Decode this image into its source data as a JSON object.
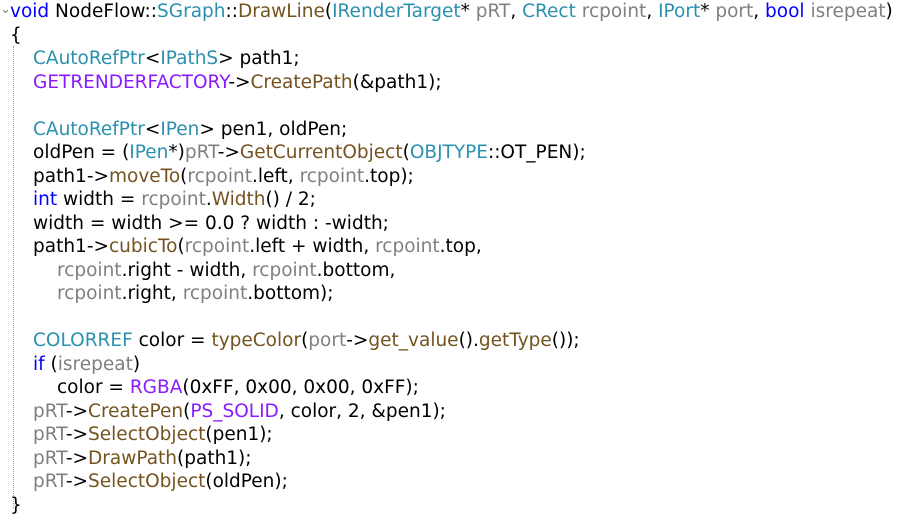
{
  "colors": {
    "keyword": "#0000ff",
    "type": "#2b91af",
    "function": "#74531f",
    "parameter": "#808080",
    "macro": "#8a1bff",
    "plain": "#000000",
    "background": "#ffffff"
  },
  "icons": {
    "fold": "fold-toggle-icon"
  },
  "lines": [
    [
      {
        "t": "void",
        "c": "keyword"
      },
      {
        "t": " NodeFlow",
        "c": "plain"
      },
      {
        "t": "::",
        "c": "plain"
      },
      {
        "t": "SGraph",
        "c": "type"
      },
      {
        "t": "::",
        "c": "plain"
      },
      {
        "t": "DrawLine",
        "c": "function"
      },
      {
        "t": "(",
        "c": "plain"
      },
      {
        "t": "IRenderTarget",
        "c": "type"
      },
      {
        "t": "* ",
        "c": "plain"
      },
      {
        "t": "pRT",
        "c": "parameter"
      },
      {
        "t": ", ",
        "c": "plain"
      },
      {
        "t": "CRect",
        "c": "type"
      },
      {
        "t": " ",
        "c": "plain"
      },
      {
        "t": "rcpoint",
        "c": "parameter"
      },
      {
        "t": ", ",
        "c": "plain"
      },
      {
        "t": "IPort",
        "c": "type"
      },
      {
        "t": "* ",
        "c": "plain"
      },
      {
        "t": "port",
        "c": "parameter"
      },
      {
        "t": ", ",
        "c": "plain"
      },
      {
        "t": "bool",
        "c": "keyword"
      },
      {
        "t": " ",
        "c": "plain"
      },
      {
        "t": "isrepeat",
        "c": "parameter"
      },
      {
        "t": ")",
        "c": "plain"
      }
    ],
    [
      {
        "t": "{",
        "c": "plain"
      }
    ],
    [
      {
        "t": "CAutoRefPtr",
        "c": "type"
      },
      {
        "t": "<",
        "c": "plain"
      },
      {
        "t": "IPathS",
        "c": "type"
      },
      {
        "t": "> path1;",
        "c": "plain"
      }
    ],
    [
      {
        "t": "GETRENDERFACTORY",
        "c": "macro"
      },
      {
        "t": "->",
        "c": "plain"
      },
      {
        "t": "CreatePath",
        "c": "function"
      },
      {
        "t": "(&path1);",
        "c": "plain"
      }
    ],
    [],
    [
      {
        "t": "CAutoRefPtr",
        "c": "type"
      },
      {
        "t": "<",
        "c": "plain"
      },
      {
        "t": "IPen",
        "c": "type"
      },
      {
        "t": "> pen1, oldPen;",
        "c": "plain"
      }
    ],
    [
      {
        "t": "oldPen = (",
        "c": "plain"
      },
      {
        "t": "IPen",
        "c": "type"
      },
      {
        "t": "*)",
        "c": "plain"
      },
      {
        "t": "pRT",
        "c": "parameter"
      },
      {
        "t": "->",
        "c": "plain"
      },
      {
        "t": "GetCurrentObject",
        "c": "function"
      },
      {
        "t": "(",
        "c": "plain"
      },
      {
        "t": "OBJTYPE",
        "c": "type"
      },
      {
        "t": "::OT_PEN);",
        "c": "plain"
      }
    ],
    [
      {
        "t": "path1->",
        "c": "plain"
      },
      {
        "t": "moveTo",
        "c": "function"
      },
      {
        "t": "(",
        "c": "plain"
      },
      {
        "t": "rcpoint",
        "c": "parameter"
      },
      {
        "t": ".left, ",
        "c": "plain"
      },
      {
        "t": "rcpoint",
        "c": "parameter"
      },
      {
        "t": ".top);",
        "c": "plain"
      }
    ],
    [
      {
        "t": "int",
        "c": "keyword"
      },
      {
        "t": " width = ",
        "c": "plain"
      },
      {
        "t": "rcpoint",
        "c": "parameter"
      },
      {
        "t": ".",
        "c": "plain"
      },
      {
        "t": "Width",
        "c": "function"
      },
      {
        "t": "() / 2;",
        "c": "plain"
      }
    ],
    [
      {
        "t": "width = width >= 0.0 ? width : -width;",
        "c": "plain"
      }
    ],
    [
      {
        "t": "path1->",
        "c": "plain"
      },
      {
        "t": "cubicTo",
        "c": "function"
      },
      {
        "t": "(",
        "c": "plain"
      },
      {
        "t": "rcpoint",
        "c": "parameter"
      },
      {
        "t": ".left + width, ",
        "c": "plain"
      },
      {
        "t": "rcpoint",
        "c": "parameter"
      },
      {
        "t": ".top,",
        "c": "plain"
      }
    ],
    [
      {
        "t": "rcpoint",
        "c": "parameter"
      },
      {
        "t": ".right - width, ",
        "c": "plain"
      },
      {
        "t": "rcpoint",
        "c": "parameter"
      },
      {
        "t": ".bottom,",
        "c": "plain"
      }
    ],
    [
      {
        "t": "rcpoint",
        "c": "parameter"
      },
      {
        "t": ".right, ",
        "c": "plain"
      },
      {
        "t": "rcpoint",
        "c": "parameter"
      },
      {
        "t": ".bottom);",
        "c": "plain"
      }
    ],
    [],
    [
      {
        "t": "COLORREF",
        "c": "type"
      },
      {
        "t": " color = ",
        "c": "plain"
      },
      {
        "t": "typeColor",
        "c": "function"
      },
      {
        "t": "(",
        "c": "plain"
      },
      {
        "t": "port",
        "c": "parameter"
      },
      {
        "t": "->",
        "c": "plain"
      },
      {
        "t": "get_value",
        "c": "function"
      },
      {
        "t": "().",
        "c": "plain"
      },
      {
        "t": "getType",
        "c": "function"
      },
      {
        "t": "());",
        "c": "plain"
      }
    ],
    [
      {
        "t": "if",
        "c": "keyword"
      },
      {
        "t": " (",
        "c": "plain"
      },
      {
        "t": "isrepeat",
        "c": "parameter"
      },
      {
        "t": ")",
        "c": "plain"
      }
    ],
    [
      {
        "t": "color = ",
        "c": "plain"
      },
      {
        "t": "RGBA",
        "c": "macro"
      },
      {
        "t": "(0xFF, 0x00, 0x00, 0xFF);",
        "c": "plain"
      }
    ],
    [
      {
        "t": "pRT",
        "c": "parameter"
      },
      {
        "t": "->",
        "c": "plain"
      },
      {
        "t": "CreatePen",
        "c": "function"
      },
      {
        "t": "(",
        "c": "plain"
      },
      {
        "t": "PS_SOLID",
        "c": "macro"
      },
      {
        "t": ", color, 2, &pen1);",
        "c": "plain"
      }
    ],
    [
      {
        "t": "pRT",
        "c": "parameter"
      },
      {
        "t": "->",
        "c": "plain"
      },
      {
        "t": "SelectObject",
        "c": "function"
      },
      {
        "t": "(pen1);",
        "c": "plain"
      }
    ],
    [
      {
        "t": "pRT",
        "c": "parameter"
      },
      {
        "t": "->",
        "c": "plain"
      },
      {
        "t": "DrawPath",
        "c": "function"
      },
      {
        "t": "(path1);",
        "c": "plain"
      }
    ],
    [
      {
        "t": "pRT",
        "c": "parameter"
      },
      {
        "t": "->",
        "c": "plain"
      },
      {
        "t": "SelectObject",
        "c": "function"
      },
      {
        "t": "(oldPen);",
        "c": "plain"
      }
    ],
    [
      {
        "t": "}",
        "c": "plain"
      }
    ]
  ]
}
